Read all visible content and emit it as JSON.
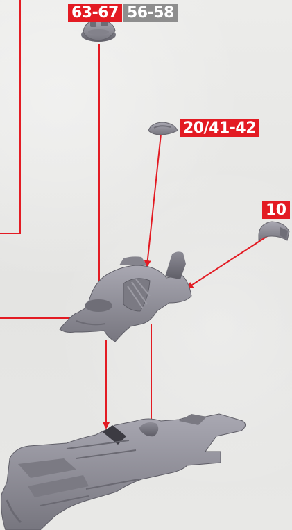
{
  "labels": {
    "top_red": "63-67",
    "top_gray": "56-58",
    "middle": "20/41-42",
    "right": "10"
  },
  "colors": {
    "label_red": "#e31b23",
    "label_gray": "#8e8e8e",
    "line_red": "#e31b23",
    "model_gray": "#8f8e97",
    "background": "#e7e7e5"
  },
  "icons": {
    "turret_top": "turret-part-icon",
    "canopy_small": "canopy-part-icon",
    "fin_part": "fin-part-icon",
    "cockpit_assembly": "cockpit-assembly-icon",
    "ship_hull": "ship-hull-icon"
  }
}
